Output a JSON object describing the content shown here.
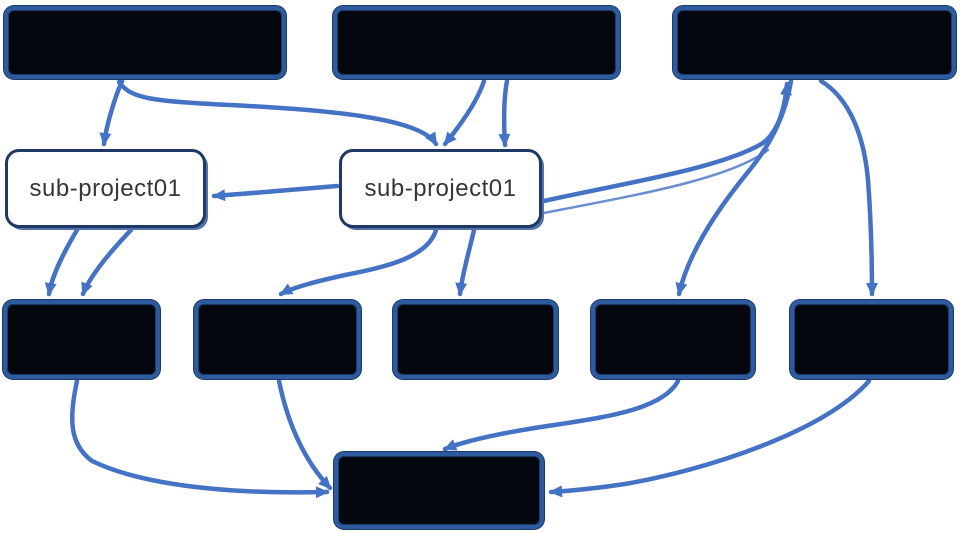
{
  "diagram": {
    "colors": {
      "background": "#ffffff",
      "dark_node_fill": "#04070e",
      "dark_node_border": "#2e5a9e",
      "white_node_fill": "#ffffff",
      "white_node_border": "#1f3864",
      "connector": "#4472c4",
      "label_text": "#363636"
    },
    "nodes": [
      {
        "id": "top-1",
        "label": "",
        "type": "dark"
      },
      {
        "id": "top-2",
        "label": "",
        "type": "dark"
      },
      {
        "id": "top-3",
        "label": "",
        "type": "dark"
      },
      {
        "id": "sub-project-1",
        "label": "sub-project01",
        "type": "white"
      },
      {
        "id": "sub-project-2",
        "label": "sub-project01",
        "type": "white"
      },
      {
        "id": "middle-1",
        "label": "",
        "type": "dark"
      },
      {
        "id": "middle-2",
        "label": "",
        "type": "dark"
      },
      {
        "id": "middle-3",
        "label": "",
        "type": "dark"
      },
      {
        "id": "middle-4",
        "label": "",
        "type": "dark"
      },
      {
        "id": "middle-5",
        "label": "",
        "type": "dark"
      },
      {
        "id": "bottom-1",
        "label": "",
        "type": "dark"
      }
    ],
    "edges": [
      {
        "from": "top-1",
        "to": "sub-project-1"
      },
      {
        "from": "top-1",
        "to": "sub-project-2"
      },
      {
        "from": "top-2",
        "to": "sub-project-2"
      },
      {
        "from": "top-2",
        "to": "sub-project-2"
      },
      {
        "from": "sub-project-2",
        "to": "sub-project-1"
      },
      {
        "from": "sub-project-1",
        "to": "middle-1"
      },
      {
        "from": "sub-project-1",
        "to": "middle-1"
      },
      {
        "from": "sub-project-2",
        "to": "middle-2"
      },
      {
        "from": "sub-project-2",
        "to": "middle-3"
      },
      {
        "from": "sub-project-2",
        "to": "top-3"
      },
      {
        "from": "top-3",
        "to": "middle-4"
      },
      {
        "from": "top-3",
        "to": "middle-5"
      },
      {
        "from": "middle-1",
        "to": "bottom-1"
      },
      {
        "from": "middle-2",
        "to": "bottom-1"
      },
      {
        "from": "middle-4",
        "to": "bottom-1"
      },
      {
        "from": "middle-5",
        "to": "bottom-1"
      }
    ]
  }
}
